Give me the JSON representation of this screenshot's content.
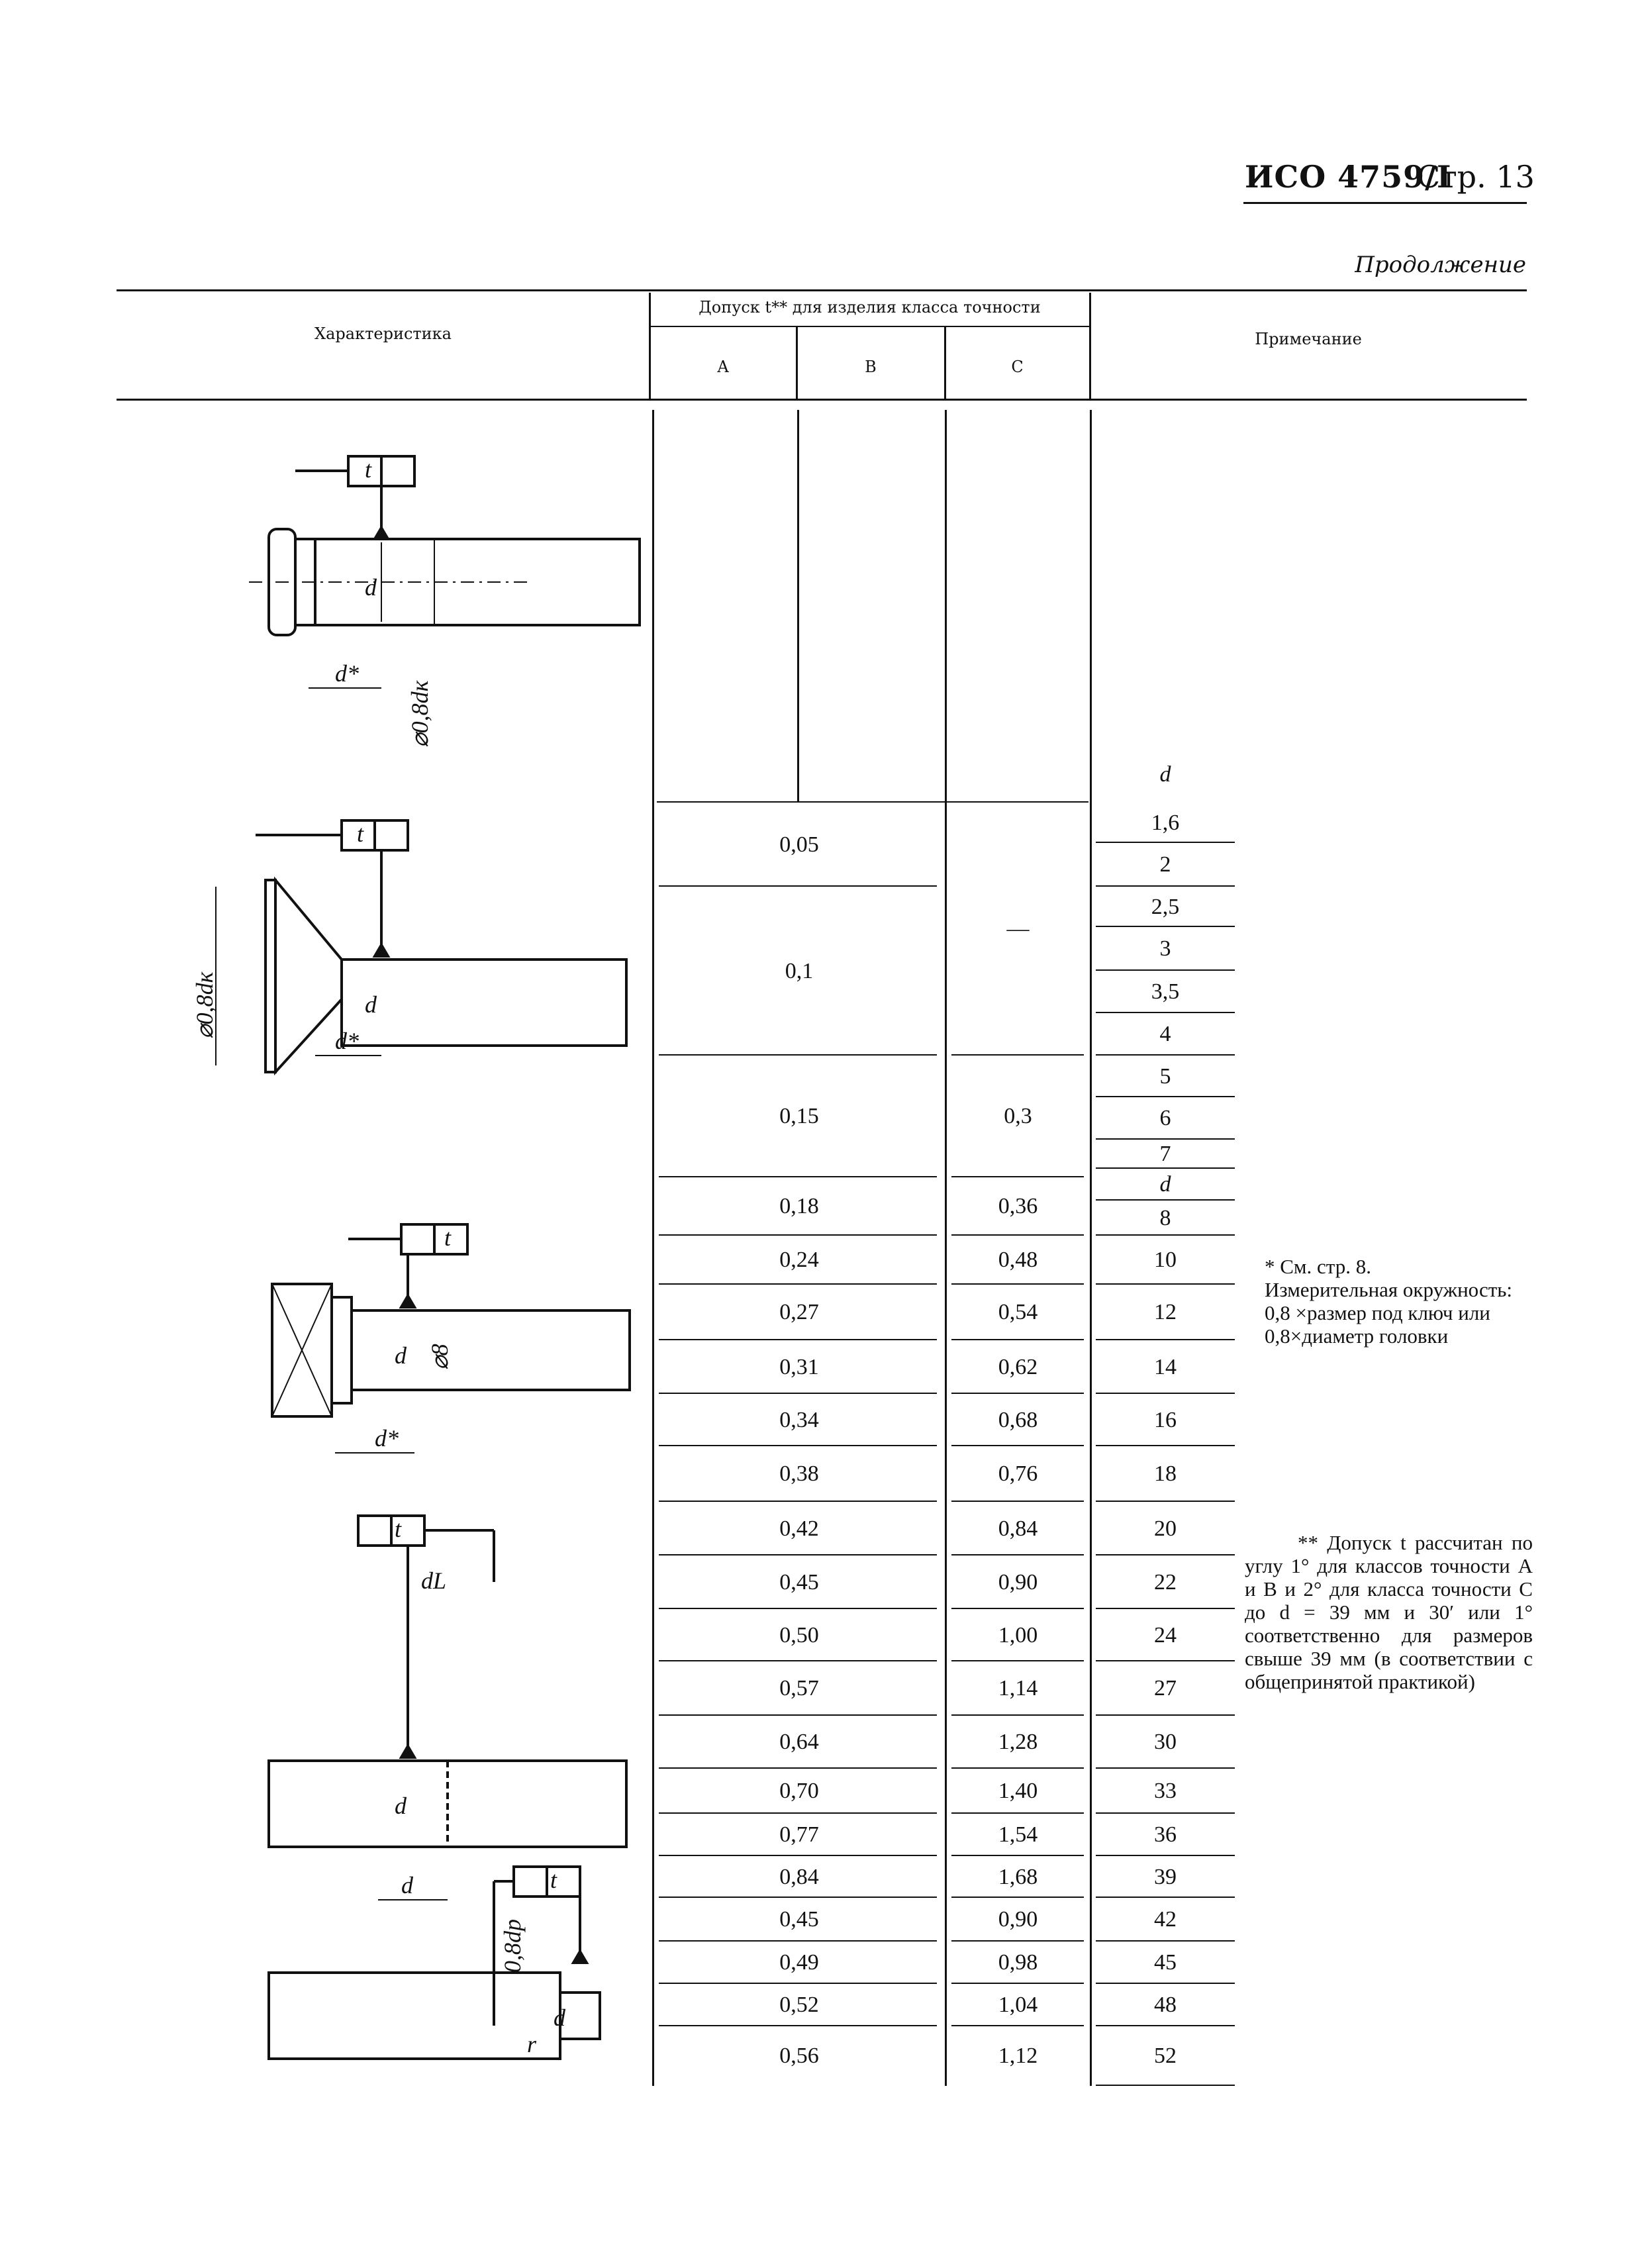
{
  "header": {
    "doc_id": "ИСО 4759/I",
    "page": "Стр. 13",
    "continued": "Продолжение"
  },
  "table": {
    "col_characteristic": "Характеристика",
    "col_tolerance": "Допуск t** для изделия класса точности",
    "classes": [
      "A",
      "B",
      "C"
    ],
    "col_note": "Примечание",
    "d_label": "d",
    "rows": [
      {
        "d": "1,6"
      },
      {
        "d": "2"
      },
      {
        "d": "2,5"
      },
      {
        "d": "3"
      },
      {
        "d": "3,5"
      },
      {
        "d": "4"
      },
      {
        "d": "5"
      },
      {
        "d": "6"
      },
      {
        "d": "7"
      },
      {
        "d": "d"
      },
      {
        "d": "8"
      },
      {
        "d": "10",
        "ab": "0,24",
        "c": "0,48"
      },
      {
        "d": "12",
        "ab": "0,27",
        "c": "0,54"
      },
      {
        "d": "14",
        "ab": "0,31",
        "c": "0,62"
      },
      {
        "d": "16",
        "ab": "0,34",
        "c": "0,68"
      },
      {
        "d": "18",
        "ab": "0,38",
        "c": "0,76"
      },
      {
        "d": "20",
        "ab": "0,42",
        "c": "0,84"
      },
      {
        "d": "22",
        "ab": "0,45",
        "c": "0,90"
      },
      {
        "d": "24",
        "ab": "0,50",
        "c": "1,00"
      },
      {
        "d": "27",
        "ab": "0,57",
        "c": "1,14"
      },
      {
        "d": "30",
        "ab": "0,64",
        "c": "1,28"
      },
      {
        "d": "33",
        "ab": "0,70",
        "c": "1,40"
      },
      {
        "d": "36",
        "ab": "0,77",
        "c": "1,54"
      },
      {
        "d": "39",
        "ab": "0,84",
        "c": "1,68"
      },
      {
        "d": "42",
        "ab": "0,45",
        "c": "0,90"
      },
      {
        "d": "45",
        "ab": "0,49",
        "c": "0,98"
      },
      {
        "d": "48",
        "ab": "0,52",
        "c": "1,04"
      },
      {
        "d": "52",
        "ab": "0,56",
        "c": "1,12"
      }
    ],
    "merged": [
      {
        "ab": "0,05"
      },
      {
        "ab": "0,1"
      },
      {
        "ab": "0,15"
      },
      {
        "ab": "0,18"
      },
      {
        "c": "—"
      },
      {
        "c": "0,3"
      },
      {
        "c": "0,36"
      }
    ]
  },
  "notes": {
    "note1": [
      "* См. стр. 8.",
      "Измерительная окружность:",
      "0,8 ×размер под ключ или",
      "0,8×диаметр головки"
    ],
    "note2": "** Допуск t рассчитан по углу 1° для классов точности А и В и 2° для класса точности С до d = 39 мм и 30′ или 1° соответственно для размеров свыше 39 мм (в соответствии с общепринятой практикой)"
  },
  "drawings": {
    "t": "t",
    "d": "d",
    "d_star": "d*",
    "phi_08dk": "⌀0,8dк",
    "phi_8": "⌀8",
    "dl": "dL",
    "d08dp": "0,8dp",
    "r": "r"
  }
}
